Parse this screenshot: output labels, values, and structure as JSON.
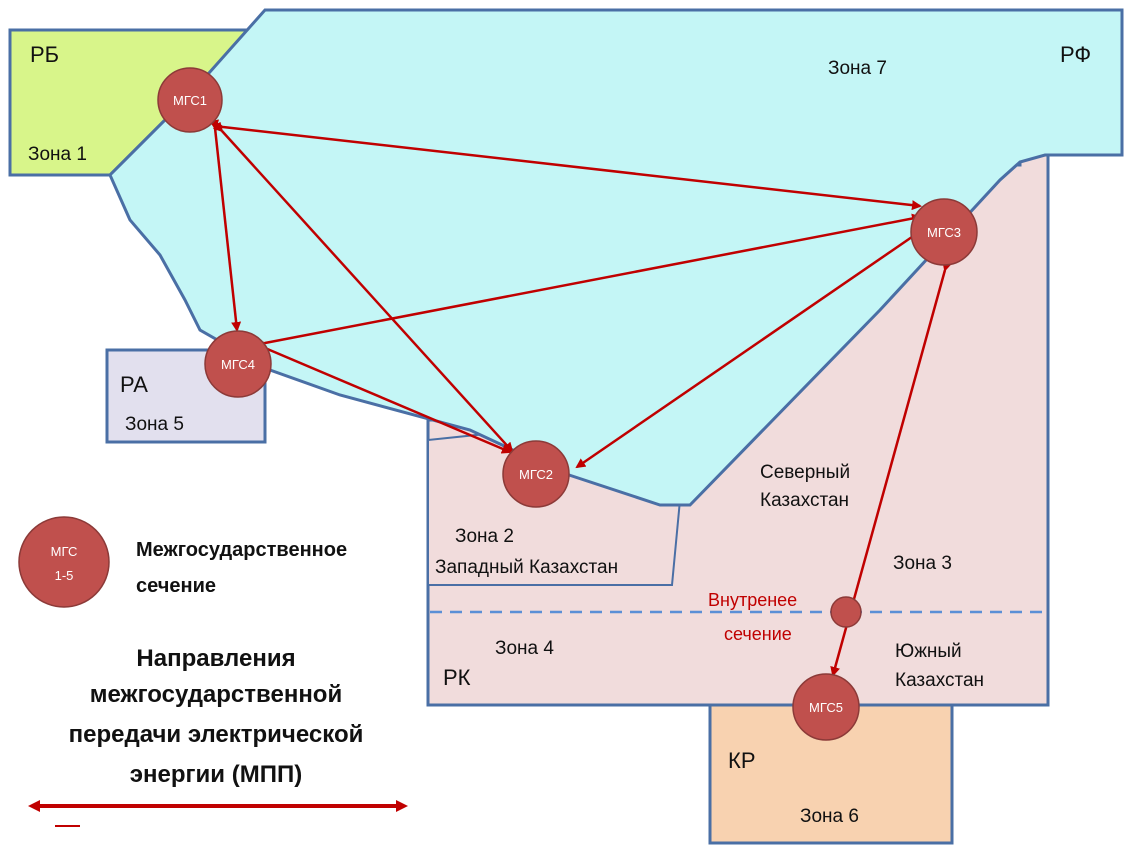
{
  "regions": {
    "rb": {
      "label": "РБ",
      "zone": "Зона 1",
      "fill": "#d8f58a"
    },
    "rf": {
      "label": "РФ",
      "zone": "Зона 7",
      "fill": "#c4f6f6"
    },
    "ra": {
      "label": "РА",
      "zone": "Зона 5",
      "fill": "#e2e0ee"
    },
    "rk": {
      "label": "РК",
      "fill": "#f1dcdc",
      "zone2": "Зона 2",
      "zone2_name": "Западный Казахстан",
      "zone3": "Зона 3",
      "zone3_name_1": "Северный",
      "zone3_name_2": "Казахстан",
      "zone4": "Зона 4",
      "south_1": "Южный",
      "south_2": "Казахстан"
    },
    "kr": {
      "label": "КР",
      "zone": "Зона 6",
      "fill": "#f8d2b0"
    }
  },
  "nodes": {
    "mgs1": "МГС1",
    "mgs2": "МГС2",
    "mgs3": "МГС3",
    "mgs4": "МГС4",
    "mgs5": "МГС5",
    "internal_1": "Внутренее",
    "internal_2": "сечение"
  },
  "legend": {
    "node_line1": "МГС",
    "node_line2": "1-5",
    "node_desc_1": "Межгосударственное",
    "node_desc_2": "сечение",
    "arrow_desc_1": "Направления",
    "arrow_desc_2": "межгосударственной",
    "arrow_desc_3": "передачи электрической",
    "arrow_desc_4": "энергии (МПП)"
  },
  "colors": {
    "node_fill": "#c0504d",
    "arrow": "#c00000",
    "border": "#4a6fa5",
    "internal_text": "#c00000",
    "dashed_line": "#5b8fd6"
  }
}
